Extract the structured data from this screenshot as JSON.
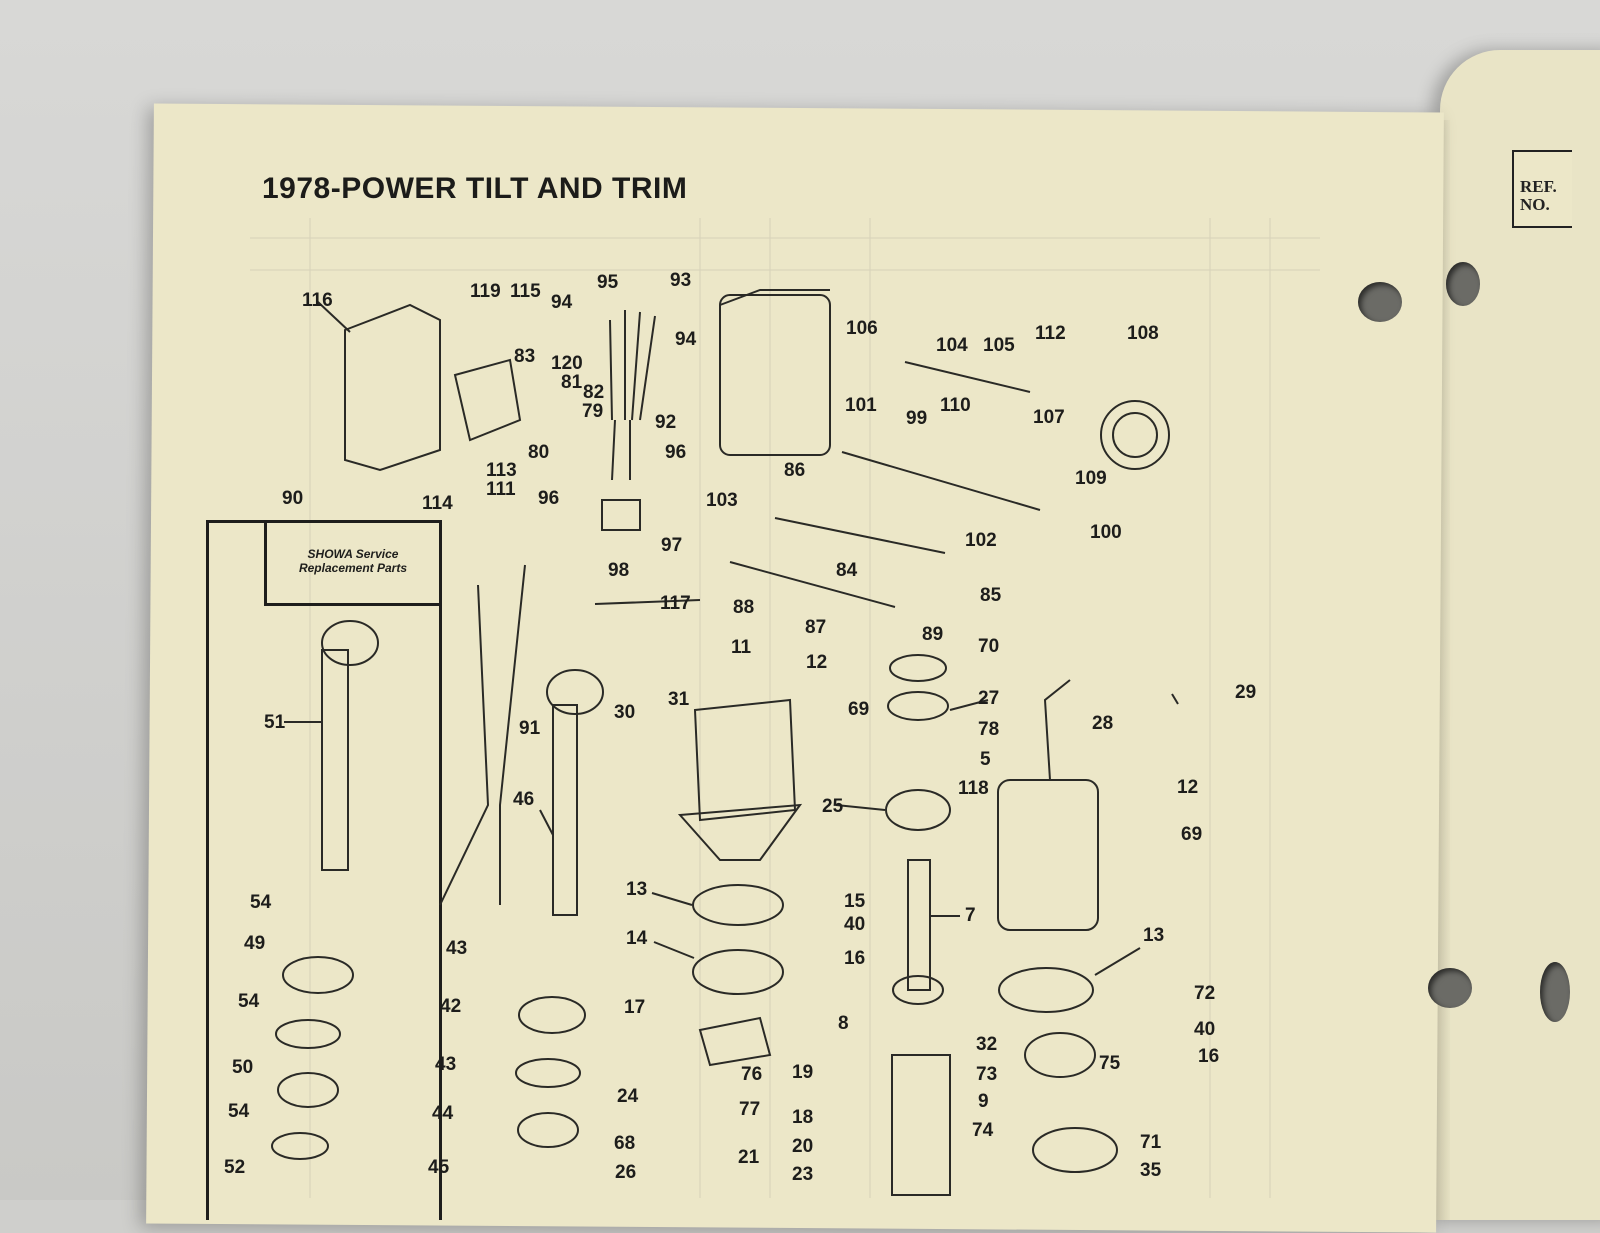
{
  "title": "1978-POWER TILT AND TRIM",
  "side_page": {
    "ref_label": "REF. NO."
  },
  "showa_box": {
    "line1": "SHOWA Service",
    "line2": "Replacement Parts"
  },
  "callouts": [
    "116",
    "119",
    "115",
    "95",
    "93",
    "94",
    "94",
    "83",
    "120",
    "81",
    "82",
    "79",
    "80",
    "92",
    "96",
    "113",
    "111",
    "90",
    "114",
    "96",
    "97",
    "98",
    "103",
    "106",
    "104",
    "105",
    "112",
    "108",
    "101",
    "110",
    "99",
    "107",
    "109",
    "86",
    "102",
    "100",
    "84",
    "85",
    "88",
    "87",
    "89",
    "117",
    "91",
    "51",
    "46",
    "11",
    "12",
    "69",
    "70",
    "27",
    "78",
    "5",
    "30",
    "31",
    "29",
    "28",
    "25",
    "118",
    "12",
    "69",
    "54",
    "49",
    "54",
    "50",
    "54",
    "52",
    "43",
    "42",
    "43",
    "44",
    "45",
    "13",
    "14",
    "15",
    "40",
    "16",
    "7",
    "13",
    "17",
    "8",
    "72",
    "40",
    "16",
    "32",
    "73",
    "75",
    "24",
    "76",
    "19",
    "77",
    "18",
    "68",
    "20",
    "21",
    "26",
    "23",
    "9",
    "74",
    "71",
    "35"
  ]
}
